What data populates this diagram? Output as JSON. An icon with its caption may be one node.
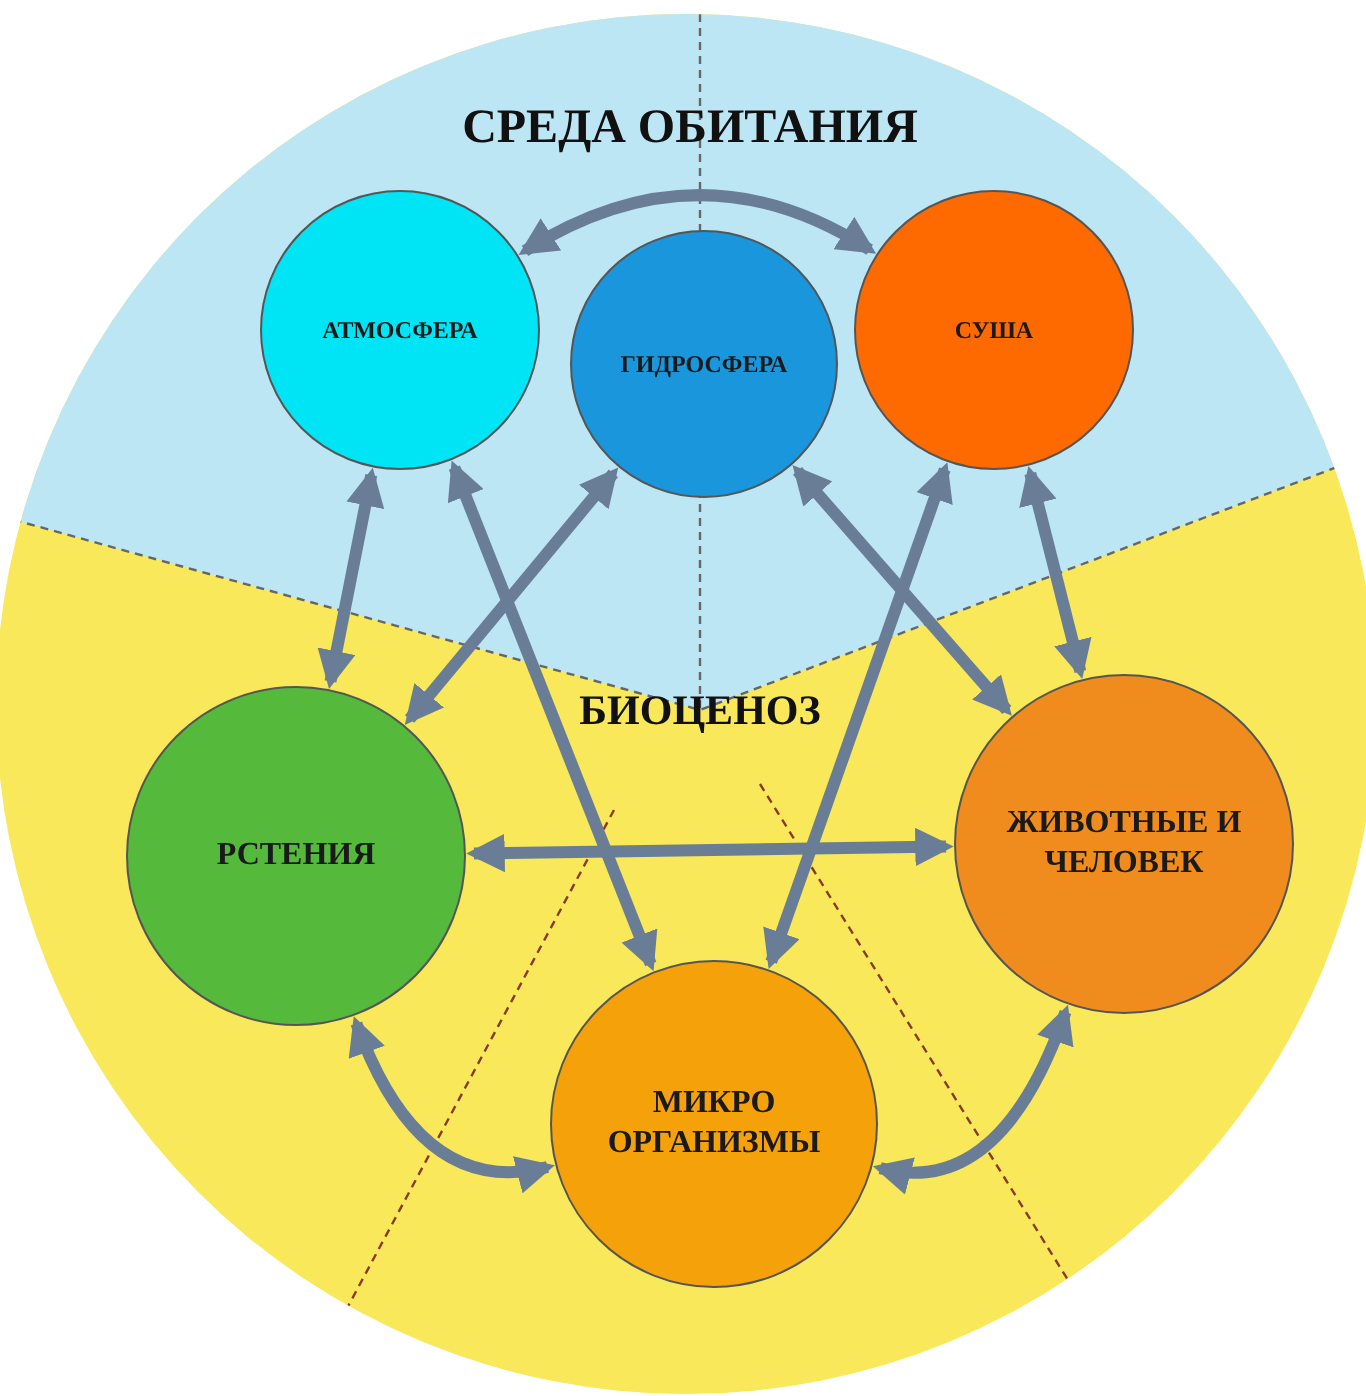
{
  "diagram": {
    "nodes": [
      {
        "text": [
          "АТМОСФЕРА"
        ]
      },
      {
        "text": [
          "ГИДРОСФЕРА"
        ]
      },
      {
        "text": [
          "СУША"
        ]
      },
      {
        "text": [
          "РСТЕНИЯ"
        ]
      },
      {
        "text": [
          "ЖИВОТНЫЕ И ЧЕЛОВЕК"
        ]
      },
      {
        "text": [
          "МИКРО ОРГАНИЗМЫ"
        ]
      }
    ],
    "edges": [
      {
        "from": 0,
        "to": 2,
        "arrow": "both"
      },
      {
        "from": 0,
        "to": 3,
        "arrow": "both"
      },
      {
        "from": 2,
        "to": 4,
        "arrow": "both"
      },
      {
        "from": 1,
        "to": 4,
        "arrow": "both"
      },
      {
        "from": 1,
        "to": 3,
        "arrow": "both"
      },
      {
        "from": 0,
        "to": 5,
        "arrow": "both"
      },
      {
        "from": 2,
        "to": 5,
        "arrow": "both"
      },
      {
        "from": 3,
        "to": 4,
        "arrow": "both"
      },
      {
        "from": 3,
        "to": 5,
        "arrow": "both"
      },
      {
        "from": 4,
        "to": 5,
        "arrow": "both"
      }
    ],
    "labels": [
      "СРЕДА ОБИТАНИЯ",
      "БИОЦЕНОЗ"
    ]
  }
}
